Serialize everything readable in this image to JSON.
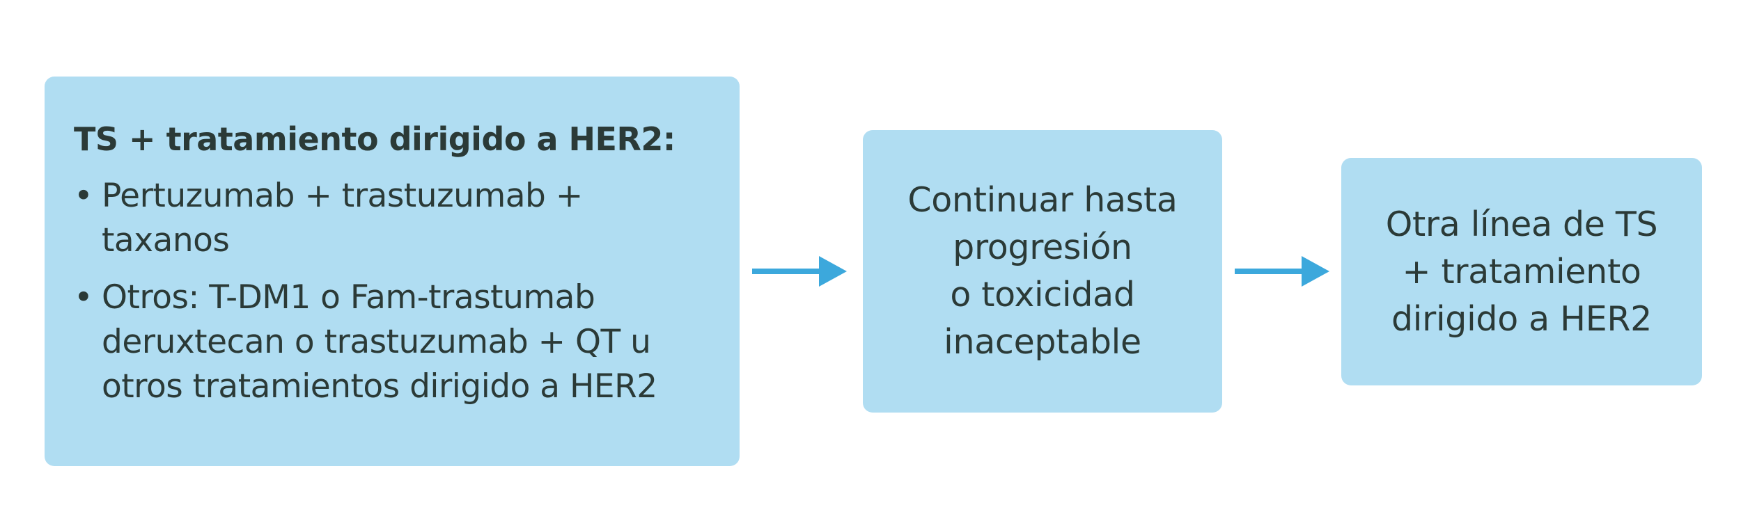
{
  "colors": {
    "box_fill": "#b0ddf2",
    "text": "#2b3a37",
    "arrow": "#3ca8dc"
  },
  "step1": {
    "title": "TS + tratamiento dirigido a HER2:",
    "bullets": [
      {
        "symbol": "•",
        "text": "Pertuzumab + trastuzumab + taxanos"
      },
      {
        "symbol": "•",
        "text": "Otros: T-DM1 o Fam-trastumab\nderuxtecan o trastuzumab + QT u\notros tratamientos dirigido a HER2"
      }
    ]
  },
  "step2": {
    "text": "Continuar hasta\nprogresión\no toxicidad\ninaceptable"
  },
  "step3": {
    "text": "Otra línea de TS\n+ tratamiento\ndirigido a HER2"
  },
  "arrows": [
    {
      "icon": "arrow-right-icon"
    },
    {
      "icon": "arrow-right-icon"
    }
  ]
}
